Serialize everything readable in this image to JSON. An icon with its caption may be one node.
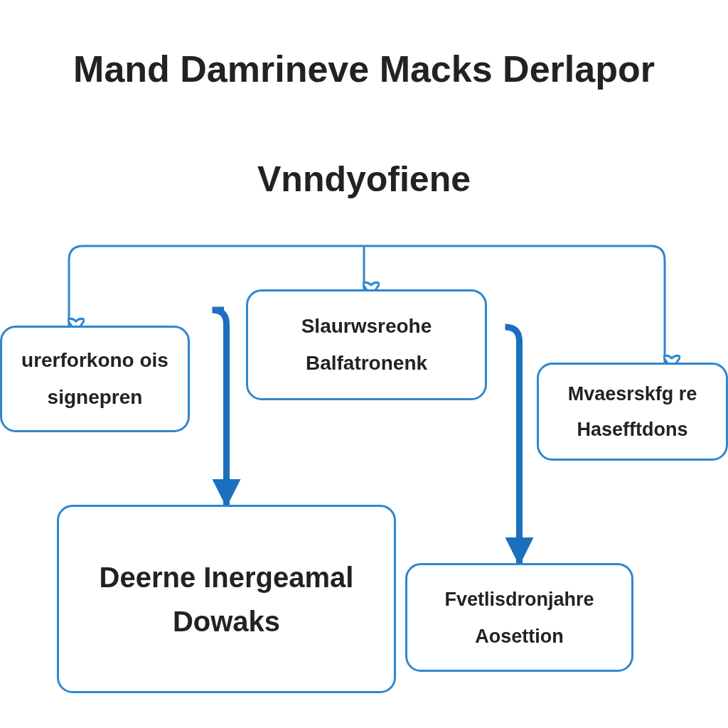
{
  "diagram": {
    "title": "Mand Damrineve Macks Derlapor",
    "nodes": [
      {
        "text": [
          "urerforkono ois signepren"
        ]
      },
      {
        "text": [
          "Slaurwsreohe Balfatronenk"
        ]
      },
      {
        "text": [
          "Mvaesrskfg re Hasefftdons"
        ]
      },
      {
        "text": [
          "Deerne Inergeamal Dowaks"
        ]
      },
      {
        "text": [
          "Fvetlisdronjahre Aosettion"
        ]
      }
    ],
    "edges": [
      {
        "from": null,
        "to": 0,
        "arrow": "to"
      },
      {
        "from": null,
        "to": 1,
        "arrow": "to"
      },
      {
        "from": null,
        "to": 2,
        "arrow": "to"
      },
      {
        "from": null,
        "to": 3,
        "arrow": "to",
        "style": "thick"
      },
      {
        "from": null,
        "to": 4,
        "arrow": "to",
        "style": "thick"
      }
    ],
    "labels": [
      "Vnndyofiene"
    ]
  }
}
